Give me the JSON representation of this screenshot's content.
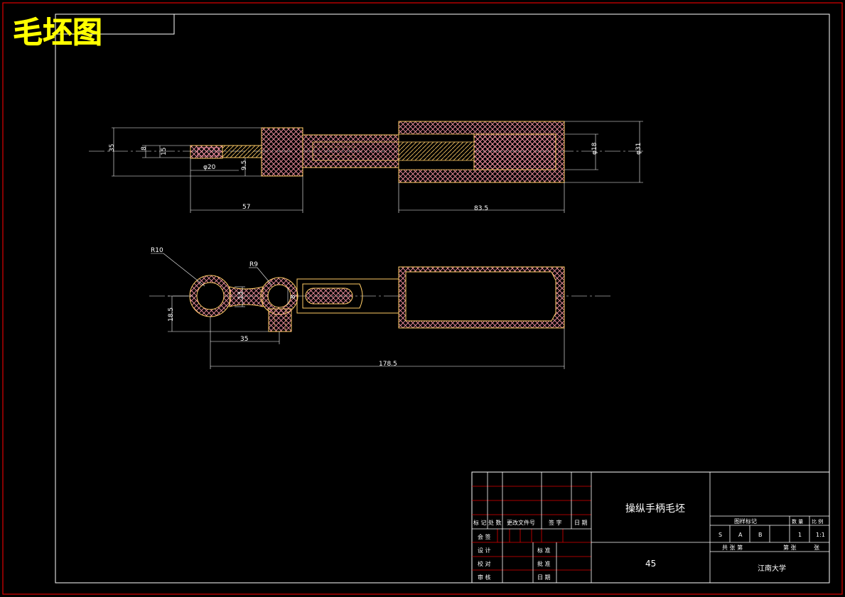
{
  "drawing": {
    "title": "毛坯图",
    "part_name": "操纵手柄毛坯",
    "material": "45",
    "school": "江南大学",
    "colors": {
      "background": "#000000",
      "outer_border": "#e00000",
      "frame": "#ffffff",
      "title": "#ffff00",
      "part_outline": "#ffcc66",
      "hatch": "#ff99aa",
      "dimension": "#ffffff",
      "table_red": "#e00000"
    }
  },
  "dimensions": {
    "top_view": {
      "d35": "35",
      "d8": "8",
      "d15": "15",
      "d20": "φ20",
      "d9_5": "9.5",
      "d57": "57",
      "d83_5": "83.5",
      "d18": "φ18",
      "d31": "φ31"
    },
    "front_view": {
      "r10": "R10",
      "r9": "R9",
      "d13": "13",
      "d8": "8",
      "d18_5": "18.5",
      "d35": "35",
      "d178_5": "178.5"
    }
  },
  "title_block": {
    "rev_headers": [
      "标 记",
      "处 数",
      "更改文件号",
      "签 字",
      "日 期"
    ],
    "left_labels": [
      "会 签",
      "设 计",
      "校 对",
      "审 核"
    ],
    "mid_labels": [
      "标 准",
      "批 准",
      "日 期"
    ],
    "stage_label": "图样标记",
    "qty_label": "数 量",
    "scale_label": "比 例",
    "stage_marks": [
      "S",
      "A",
      "B"
    ],
    "qty": "1",
    "scale": "1:1",
    "total_sheets_label": "共  张  第",
    "sheet_label": "第  张",
    "sheet_of": "张"
  }
}
